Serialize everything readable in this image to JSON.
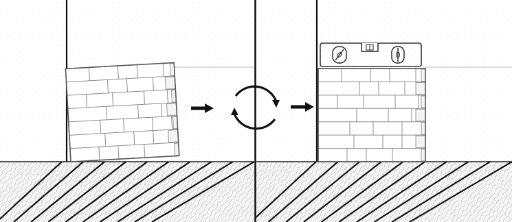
{
  "diagram": {
    "panels": [
      {
        "id": "before",
        "description_icon": "tilted-stone-panel"
      },
      {
        "id": "after",
        "description_icon": "leveled-stone-panel"
      }
    ],
    "icons": [
      "right-arrow-icon",
      "rotate-arrows-icon",
      "right-arrow-icon",
      "spirit-level-icon"
    ],
    "colors": {
      "ink": "#111111",
      "sketch": "#8a8a8a",
      "light": "#cfcfcf",
      "background": "#ffffff"
    }
  }
}
